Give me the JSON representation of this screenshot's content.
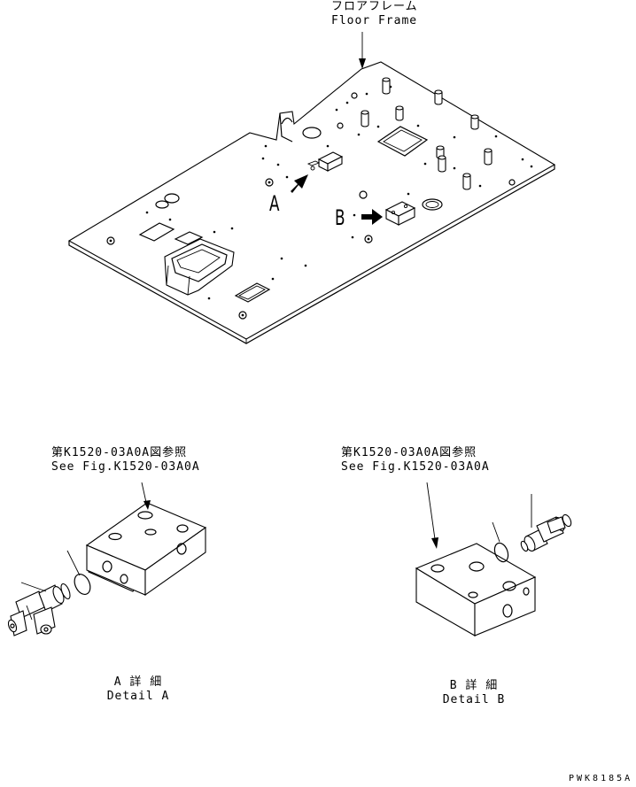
{
  "labels": {
    "floor_frame_jp": "フロアフレーム",
    "floor_frame_en": "Floor Frame",
    "callout_a": "A",
    "callout_b": "B",
    "ref_a_jp": "第K1520-03A0A図参照",
    "ref_a_en": "See Fig.K1520-03A0A",
    "ref_b_jp": "第K1520-03A0A図参照",
    "ref_b_en": "See Fig.K1520-03A0A",
    "detail_a_jp": "A 詳 細",
    "detail_a_en": "Detail A",
    "detail_b_jp": "B 詳 細",
    "detail_b_en": "Detail B",
    "drawing_code": "PWK8185A"
  }
}
